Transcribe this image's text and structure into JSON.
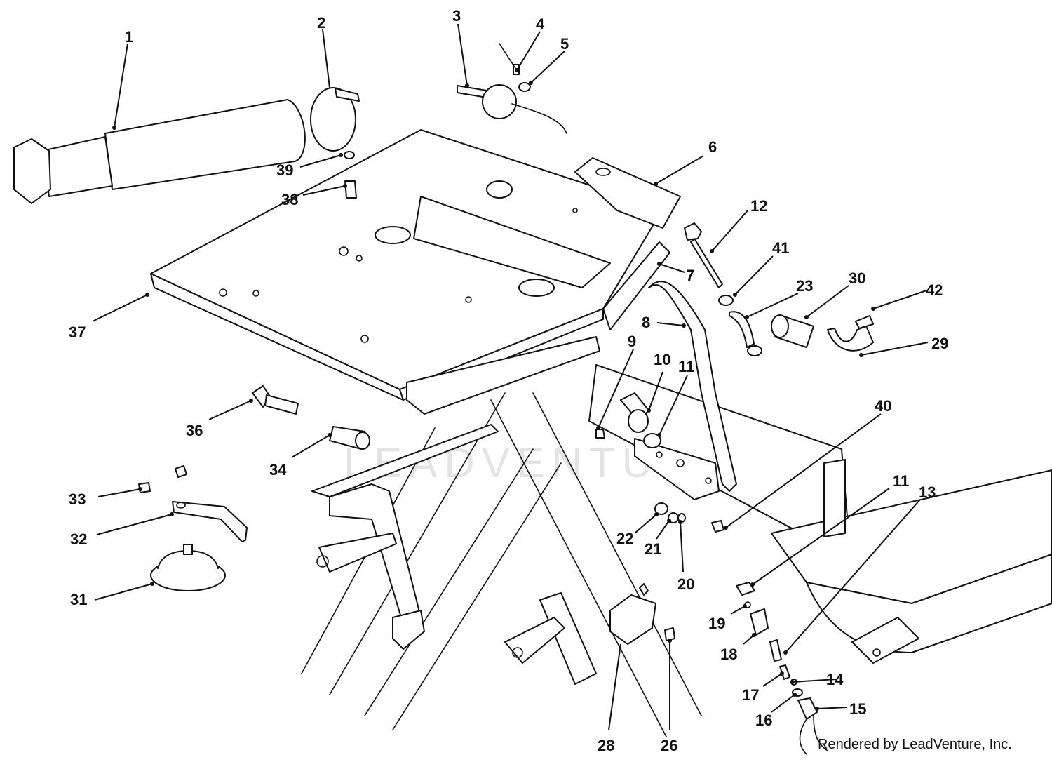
{
  "watermark": "LEADVENTURE",
  "credit": "Rendered by LeadVenture, Inc.",
  "callouts": {
    "c1": "1",
    "c2": "2",
    "c3": "3",
    "c4": "4",
    "c5": "5",
    "c6": "6",
    "c7": "7",
    "c8": "8",
    "c9": "9",
    "c10": "10",
    "c11a": "11",
    "c11b": "11",
    "c12": "12",
    "c13": "13",
    "c14": "14",
    "c15": "15",
    "c16": "16",
    "c17": "17",
    "c18": "18",
    "c19": "19",
    "c20": "20",
    "c21": "21",
    "c22": "22",
    "c23": "23",
    "c26": "26",
    "c28": "28",
    "c29": "29",
    "c30": "30",
    "c31": "31",
    "c32": "32",
    "c33": "33",
    "c34": "34",
    "c36": "36",
    "c37": "37",
    "c38": "38",
    "c39": "39",
    "c40": "40",
    "c41": "41",
    "c42": "42"
  }
}
